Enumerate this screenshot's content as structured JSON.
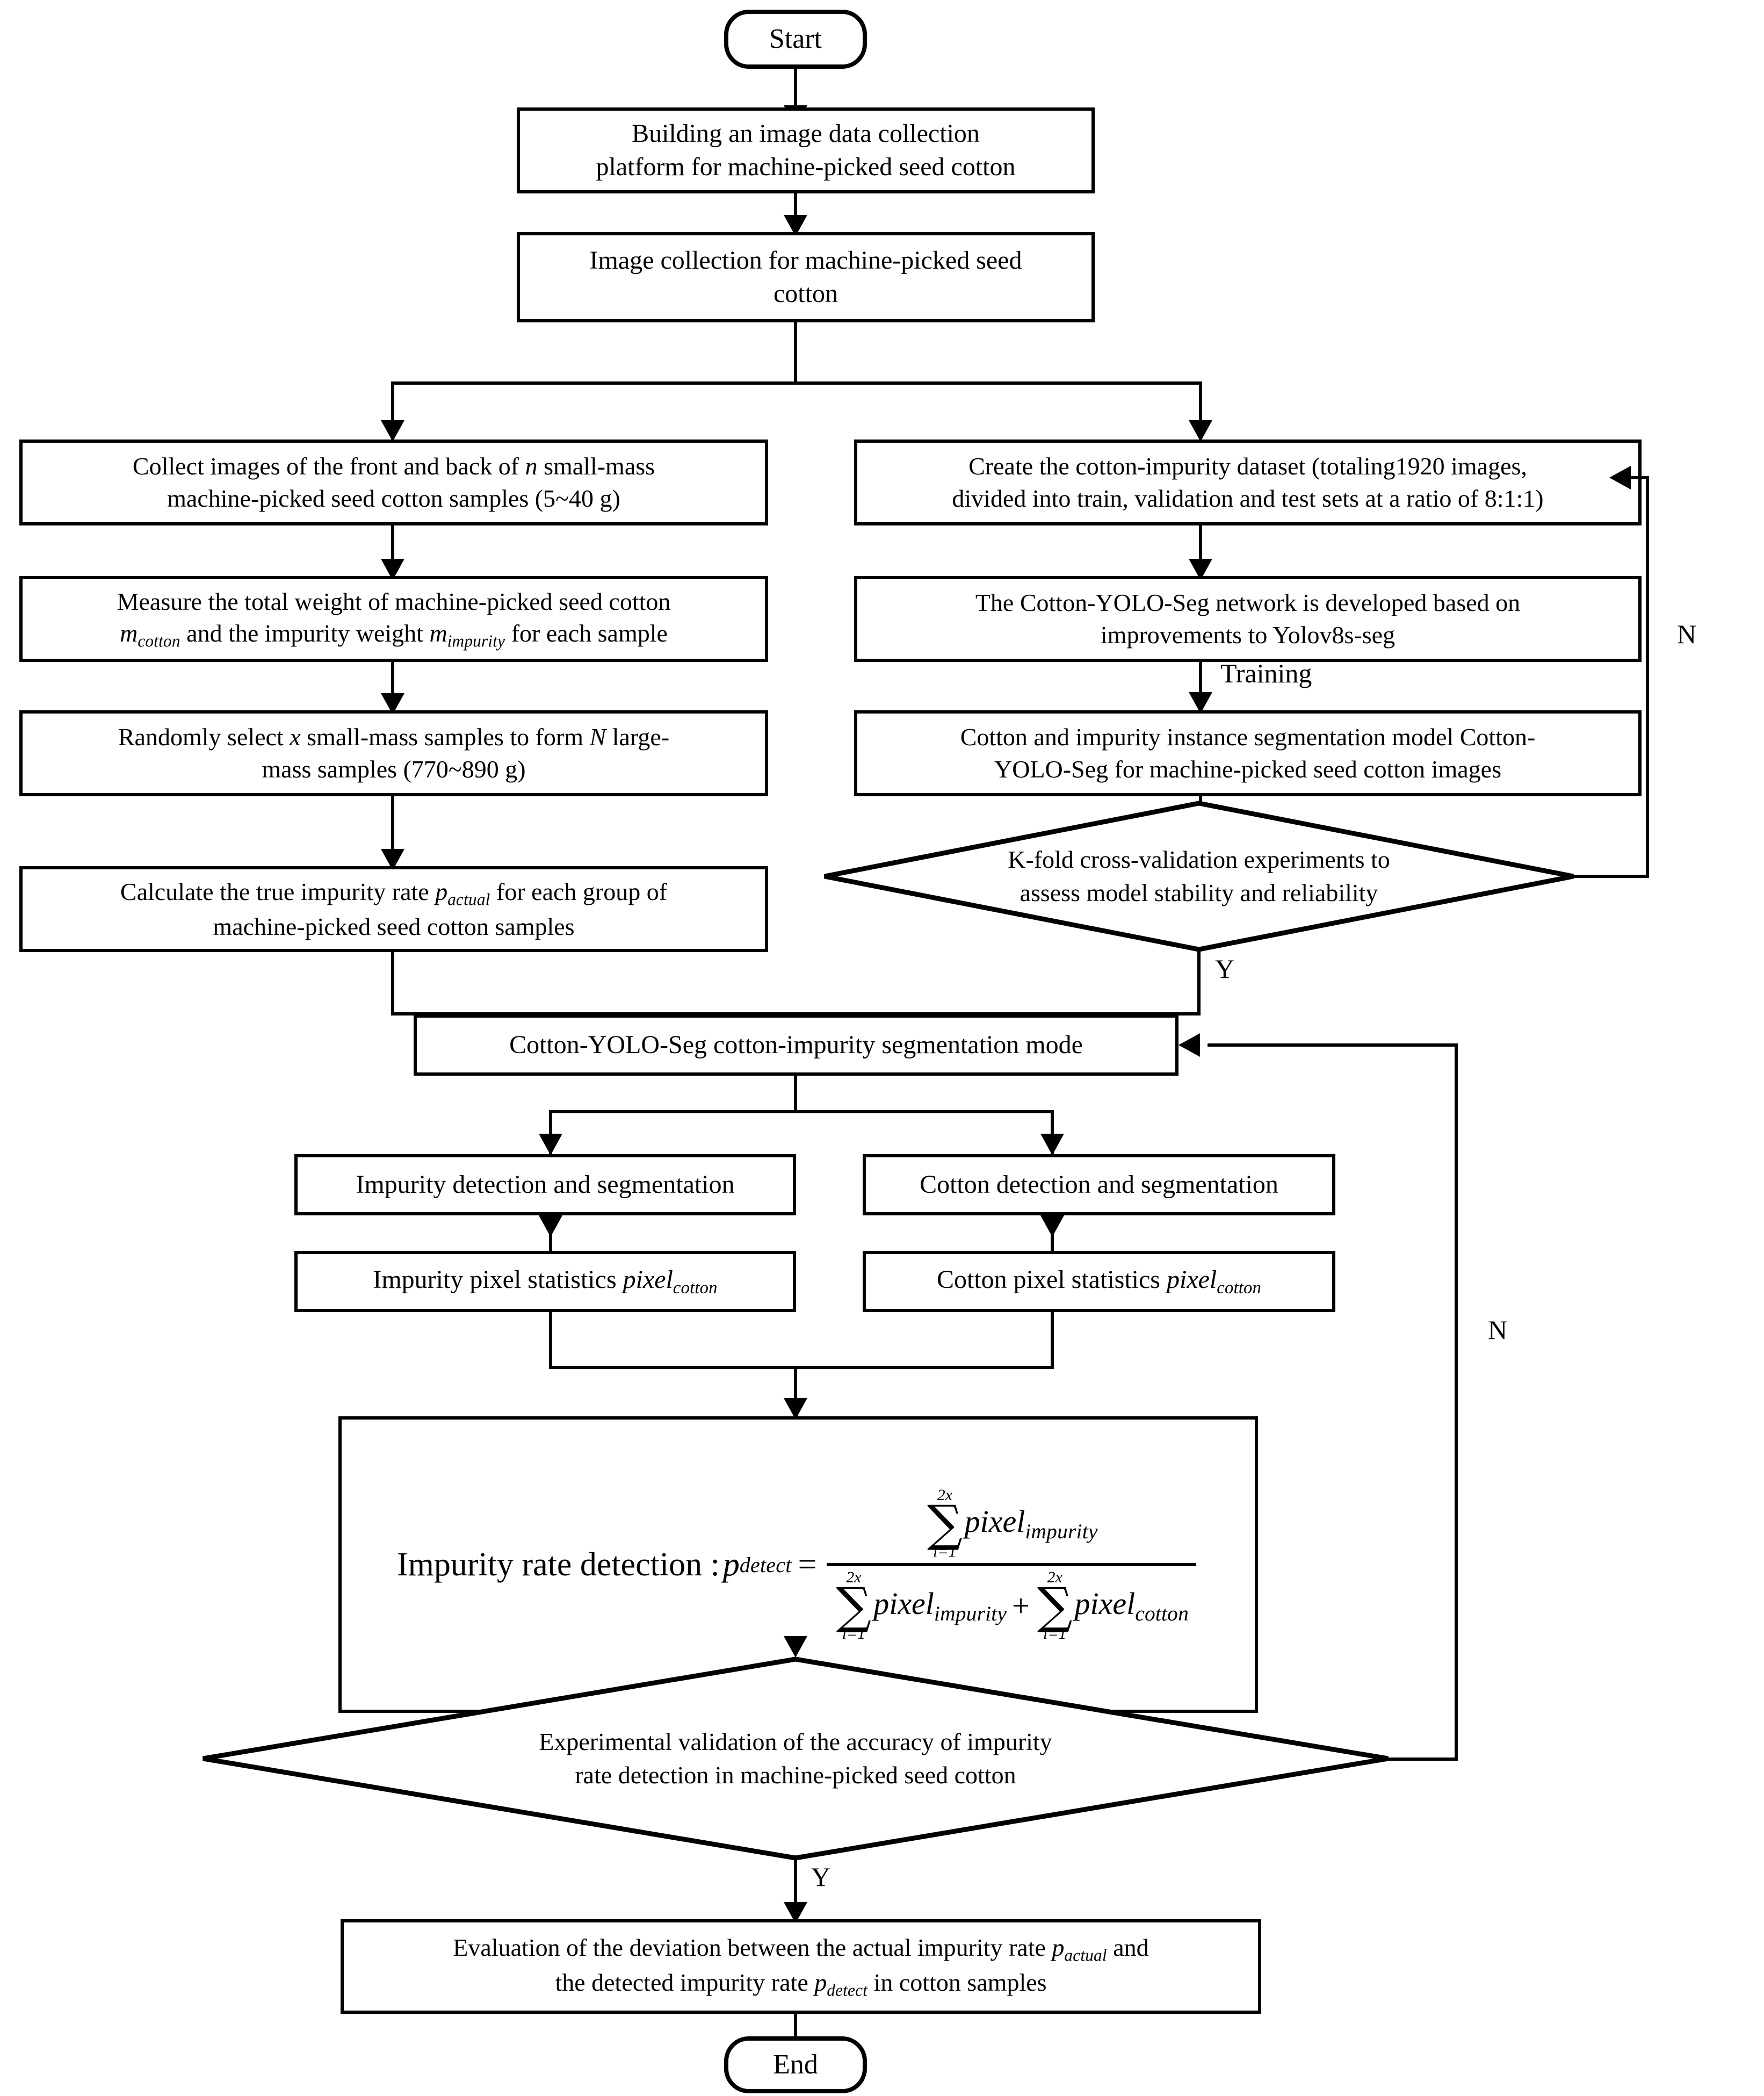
{
  "diagram": {
    "title": "Cotton impurity rate detection workflow",
    "type": "flowchart",
    "colors": {
      "line": "#000000",
      "fill": "#ffffff",
      "text": "#000000"
    }
  },
  "nodes": {
    "start": {
      "label": "Start",
      "shape": "terminator"
    },
    "build": {
      "line1": "Building an image data collection",
      "line2": "platform for machine-picked seed cotton",
      "shape": "process"
    },
    "collect": {
      "line1": "Image collection for machine-picked seed",
      "line2": "cotton",
      "shape": "process"
    },
    "front_back": {
      "line1_a": "Collect images of the front and back of ",
      "line1_var": "n",
      "line1_b": " small-mass",
      "line2": "machine-picked seed cotton samples (5~40 g)",
      "shape": "process"
    },
    "dataset": {
      "line1": "Create the cotton-impurity dataset (totaling1920 images,",
      "line2": "divided into train, validation and test sets at a ratio of 8:1:1)",
      "shape": "process"
    },
    "measure": {
      "line1": "Measure the total weight of machine-picked seed cotton",
      "line2_sym": "m",
      "line2_sub": "cotton",
      "line2_mid": " and the impurity weight ",
      "line2_sym2": "m",
      "line2_sub2": "impurity",
      "line2_end": " for each sample",
      "shape": "process"
    },
    "network": {
      "line1": "The Cotton-YOLO-Seg network is developed based on",
      "line2": "improvements to Yolov8s-seg",
      "shape": "process"
    },
    "random": {
      "line1_a": "Randomly select ",
      "line1_var": "x",
      "line1_b": " small-mass samples to form ",
      "line1_var2": "N",
      "line1_c": " large-",
      "line2": "mass samples (770~890 g)",
      "shape": "process"
    },
    "model": {
      "line1": "Cotton and impurity instance segmentation model Cotton-",
      "line2": "YOLO-Seg for machine-picked seed cotton images",
      "shape": "process"
    },
    "true_rate": {
      "line1_a": "Calculate the true impurity rate ",
      "line1_sym": "p",
      "line1_sub": "actual",
      "line1_b": " for each group of",
      "line2": "machine-picked seed cotton samples",
      "shape": "process"
    },
    "kfold": {
      "line1": "K-fold cross-validation experiments to",
      "line2": "assess model stability and  reliability",
      "shape": "decision"
    },
    "segmode": {
      "label": "Cotton-YOLO-Seg cotton-impurity segmentation mode",
      "shape": "process"
    },
    "imp_detect": {
      "label": "Impurity detection and segmentation",
      "shape": "process"
    },
    "cot_detect": {
      "label": "Cotton detection and segmentation",
      "shape": "process"
    },
    "imp_pixel": {
      "prefix": "Impurity pixel statistics ",
      "sym": "pixel",
      "sub": "cotton",
      "shape": "process"
    },
    "cot_pixel": {
      "prefix": "Cotton pixel statistics ",
      "sym": "pixel",
      "sub": "cotton",
      "shape": "process"
    },
    "rate_formula": {
      "lead": "Impurity rate detection :",
      "lhs_sym": "p",
      "lhs_sub": "detect",
      "equals": "=",
      "sum_upper": "2x",
      "sum_lower": "i=1",
      "sigma": "∑",
      "num_term": "pixel",
      "num_sub": "impurity",
      "den_term1": "pixel",
      "den_sub1": "impurity",
      "plus": "+",
      "den_term2": "pixel",
      "den_sub2": "cotton",
      "shape": "process"
    },
    "exp_valid": {
      "line1": "Experimental validation of the accuracy of impurity",
      "line2": "rate detection in machine-picked seed cotton",
      "shape": "decision"
    },
    "evaluation": {
      "line1_a": "Evaluation of the deviation between the actual impurity rate ",
      "line1_sym": "p",
      "line1_sub": "actual",
      "line1_b": " and",
      "line2_a": "the detected impurity rate ",
      "line2_sym": "p",
      "line2_sub": "detect",
      "line2_b": " in cotton samples",
      "shape": "process"
    },
    "end": {
      "label": "End",
      "shape": "terminator"
    }
  },
  "edge_labels": {
    "training": "Training",
    "kfold_yes": "Y",
    "kfold_no": "N",
    "valid_yes": "Y",
    "valid_no": "N"
  }
}
